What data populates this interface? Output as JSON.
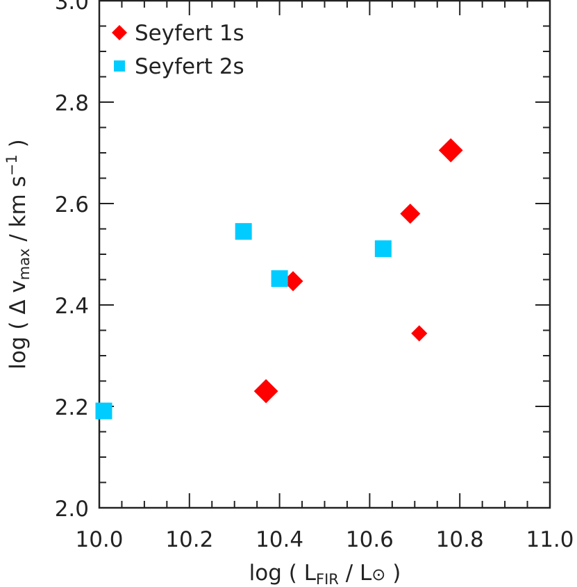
{
  "chart_data": {
    "type": "scatter",
    "title": "",
    "xlabel": {
      "main": "log ( L",
      "sub": "FIR",
      "mid": " / L",
      "sun": "⊙",
      "end": " )"
    },
    "ylabel": {
      "main": "log ( Δ v",
      "sub": "max",
      "mid": " / km s",
      "sup": "−1",
      "end": " )"
    },
    "xlim": [
      10.0,
      11.0
    ],
    "ylim": [
      2.0,
      3.0
    ],
    "xticks": [
      "10.0",
      "10.2",
      "10.4",
      "10.6",
      "10.8",
      "11.0"
    ],
    "yticks": [
      "2.0",
      "2.2",
      "2.4",
      "2.6",
      "2.8",
      "3.0"
    ],
    "grid": false,
    "legend_position": "top-left",
    "series": [
      {
        "name": "Seyfert 1s",
        "marker": "diamond",
        "color": "#ff0000",
        "points": [
          {
            "x": 10.78,
            "y": 2.705,
            "size": "large"
          },
          {
            "x": 10.69,
            "y": 2.58,
            "size": "medium"
          },
          {
            "x": 10.43,
            "y": 2.447,
            "size": "medium"
          },
          {
            "x": 10.71,
            "y": 2.344,
            "size": "small"
          },
          {
            "x": 10.37,
            "y": 2.23,
            "size": "large"
          }
        ]
      },
      {
        "name": "Seyfert 2s",
        "marker": "square",
        "color": "#00ccff",
        "points": [
          {
            "x": 10.32,
            "y": 2.545,
            "size": "large"
          },
          {
            "x": 10.4,
            "y": 2.452,
            "size": "large"
          },
          {
            "x": 10.63,
            "y": 2.511,
            "size": "large"
          },
          {
            "x": 10.01,
            "y": 2.191,
            "size": "large"
          }
        ]
      }
    ]
  }
}
